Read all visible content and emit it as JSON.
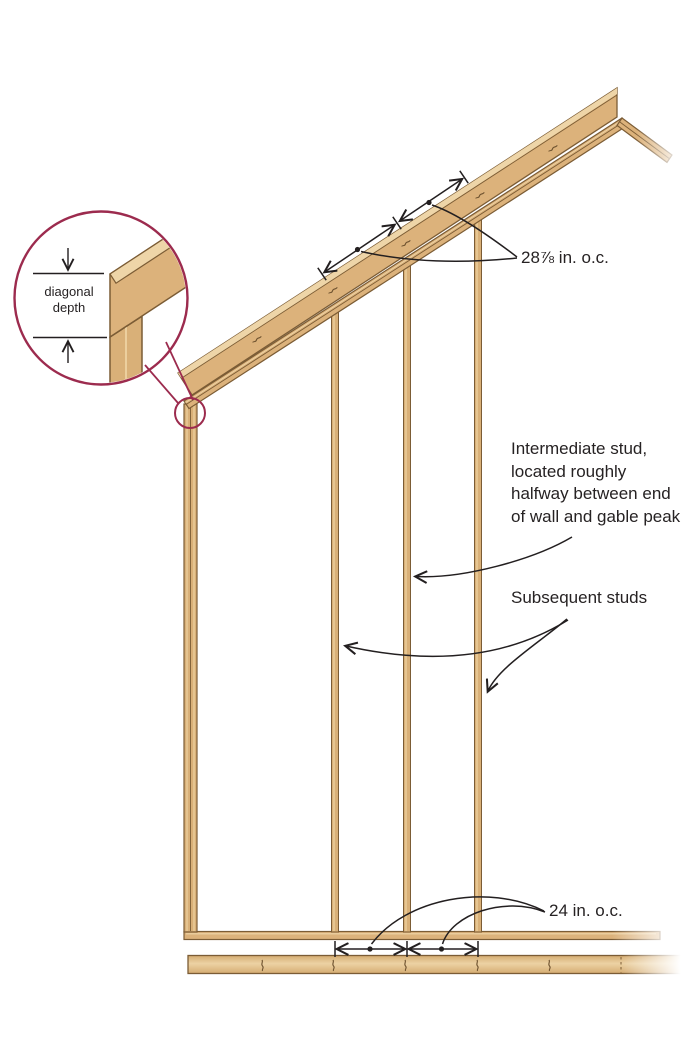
{
  "figure": {
    "type": "framing-diagram",
    "subject": "Gable wall stud layout with diagonal (rake) top plate",
    "callout": {
      "label": "diagonal depth"
    },
    "annotations": {
      "rake_spacing_label": "28⅞ in. o.c.",
      "intermediate_stud_note": "Intermediate stud,\nlocated roughly\nhalfway between end\nof wall and gable peak",
      "subsequent_studs_label": "Subsequent studs",
      "bottom_spacing_label": "24 in. o.c."
    },
    "parts": {
      "rake_board": "diagonal rake board above top plate",
      "top_plate": "diagonal top plate rising to gable peak",
      "end_stud": "end stud at left wall corner",
      "studs": "three interior studs",
      "bottom_plate": "horizontal bottom plate",
      "band_board": "horizontal band/rim board below wall"
    }
  },
  "colors": {
    "wood_fill": "#dcb27b",
    "wood_highlight": "#eed5a8",
    "wood_outline": "#7b5c35",
    "ink": "#231f20",
    "callout_red": "#9c2b4e",
    "background": "#ffffff"
  }
}
